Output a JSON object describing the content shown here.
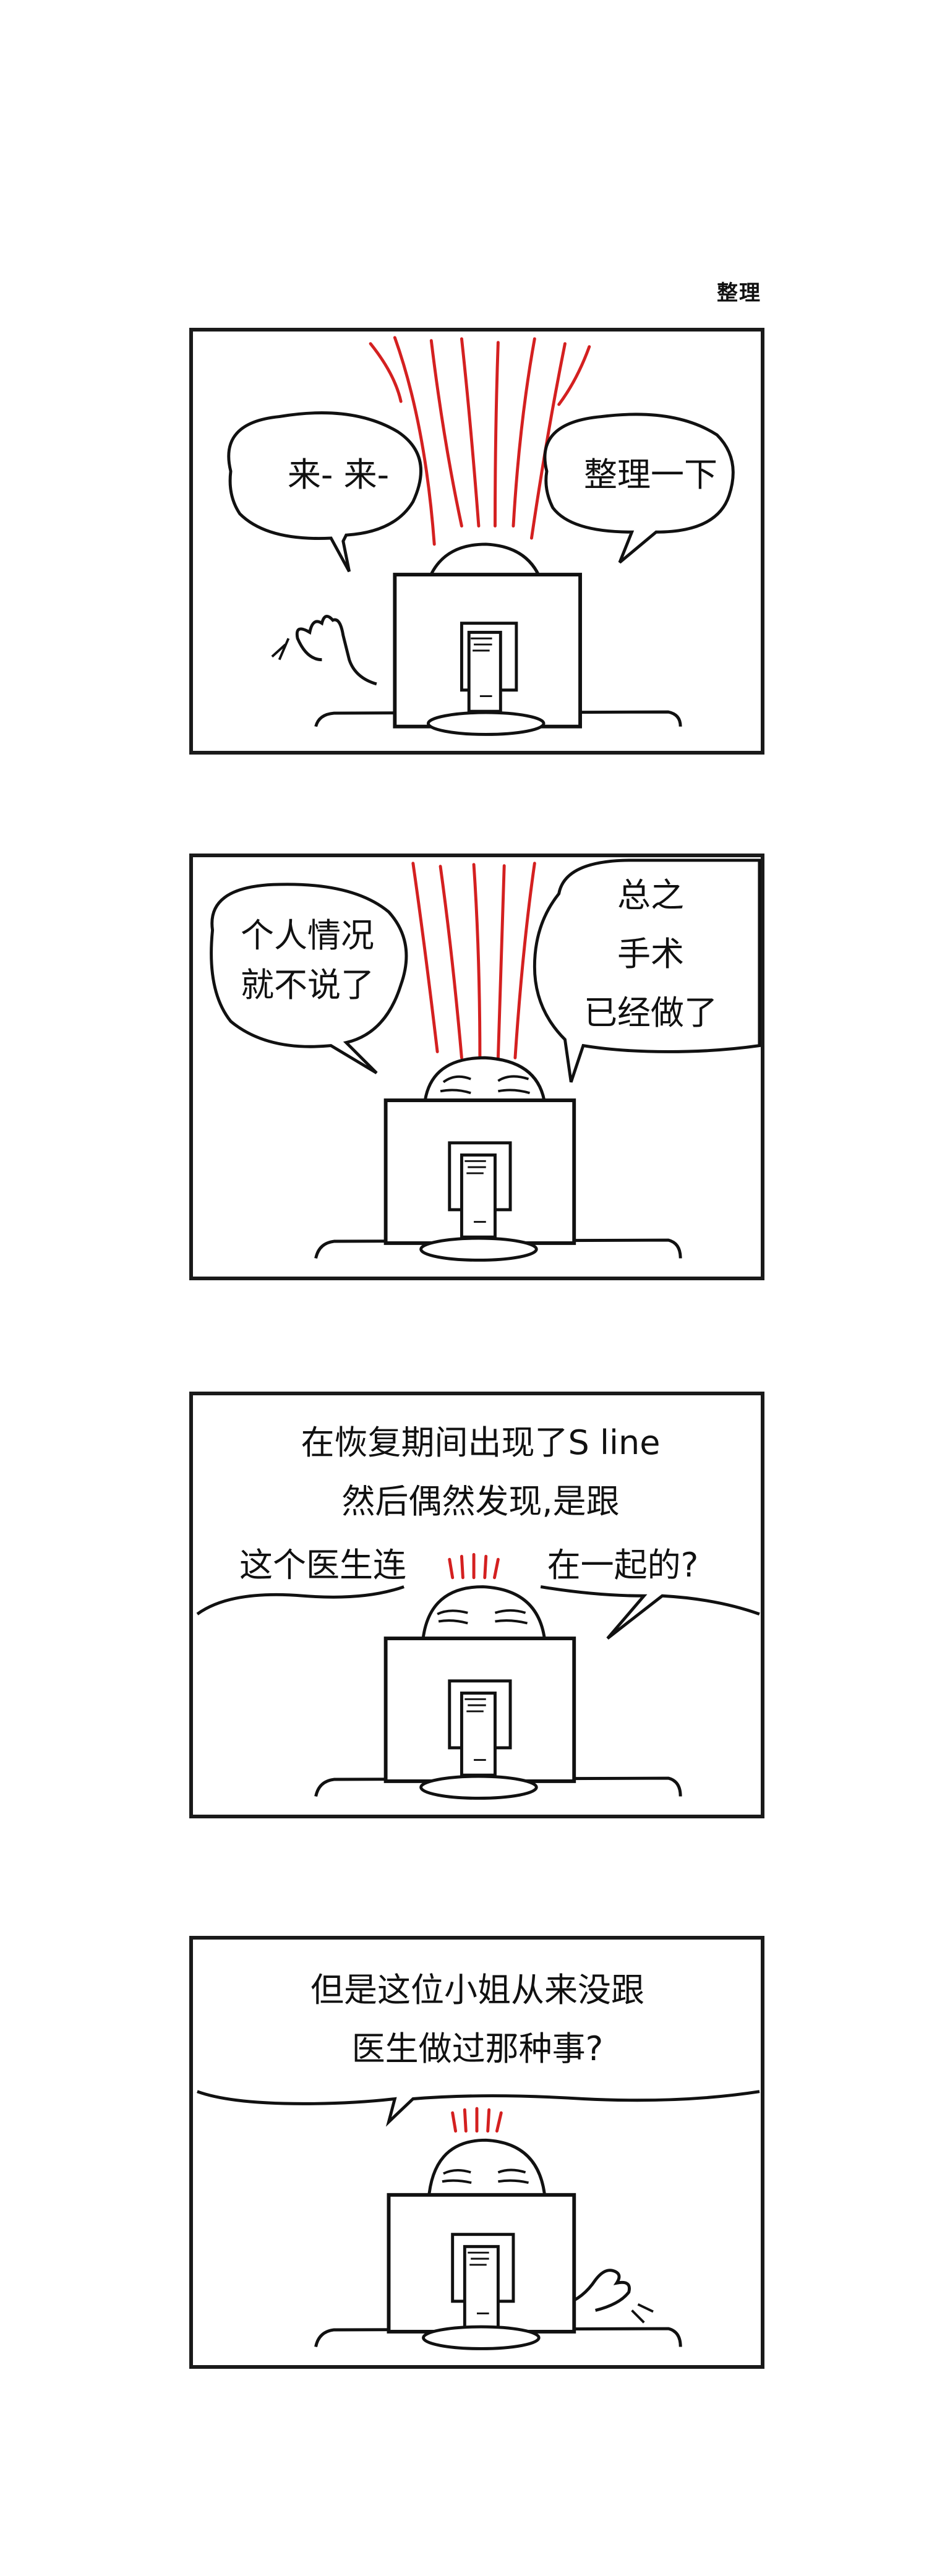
{
  "page": {
    "title": "整理"
  },
  "panels": [
    {
      "bubble_left": "来- 来-",
      "bubble_right": "整理一下"
    },
    {
      "bubble_left": [
        "个人情况",
        "就不说了"
      ],
      "bubble_right": [
        "总之",
        "手术",
        "已经做了"
      ]
    },
    {
      "lines": [
        "在恢复期间出现了S line",
        "然后偶然发现,是跟",
        "这个医生连",
        "在一起的?"
      ]
    },
    {
      "lines": [
        "但是这位小姐从来没跟",
        "医生做过那种事?"
      ]
    }
  ],
  "monitor_label": "Ξ≡~."
}
